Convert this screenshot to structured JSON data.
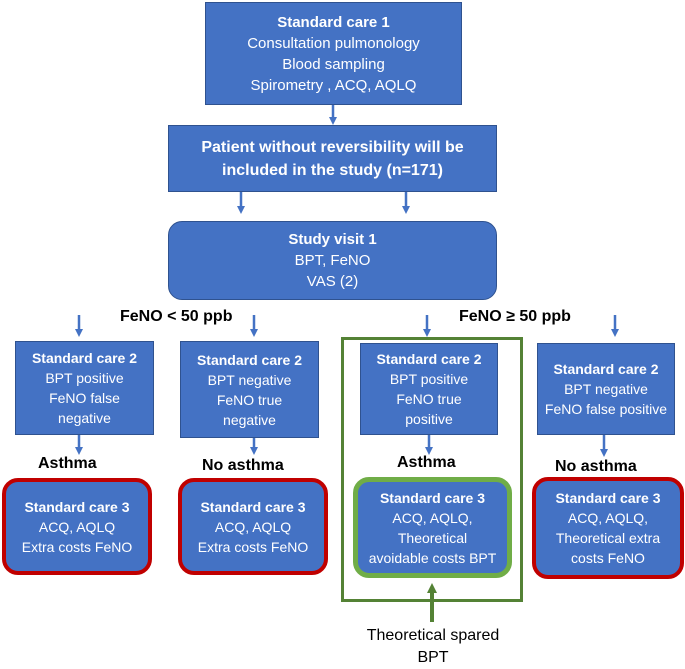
{
  "top_box": {
    "title": "Standard care 1",
    "lines": [
      "Consultation pulmonology",
      "Blood sampling",
      "Spirometry , ACQ, AQLQ"
    ]
  },
  "inclusion_box": {
    "lines": [
      "Patient without reversibility will be",
      "included in the study (n=171)"
    ]
  },
  "study_visit_box": {
    "title": "Study visit 1",
    "lines": [
      "BPT, FeNO",
      "VAS (2)"
    ]
  },
  "branch_labels": {
    "low": "FeNO < 50 ppb",
    "high": "FeNO ≥ 50 ppb"
  },
  "sc2": [
    {
      "title": "Standard care 2",
      "lines": [
        "BPT positive",
        "FeNO false",
        "negative"
      ]
    },
    {
      "title": "Standard care 2",
      "lines": [
        "BPT negative",
        "FeNO true",
        "negative"
      ]
    },
    {
      "title": "Standard care 2",
      "lines": [
        "BPT positive",
        "FeNO true",
        "positive"
      ]
    },
    {
      "title": "Standard care 2",
      "lines": [
        "BPT negative",
        "FeNO false positive"
      ]
    }
  ],
  "outcomes": [
    "Asthma",
    "No asthma",
    "Asthma",
    "No asthma"
  ],
  "sc3": [
    {
      "title": "Standard care 3",
      "lines": [
        "ACQ, AQLQ",
        "Extra costs FeNO"
      ]
    },
    {
      "title": "Standard care 3",
      "lines": [
        "ACQ, AQLQ",
        "Extra costs FeNO"
      ]
    },
    {
      "title": "Standard care 3",
      "lines": [
        "ACQ, AQLQ,",
        "Theoretical",
        "avoidable costs BPT"
      ]
    },
    {
      "title": "Standard care 3",
      "lines": [
        "ACQ, AQLQ,",
        "Theoretical extra",
        "costs FeNO"
      ]
    }
  ],
  "bottom_note": {
    "lines": [
      "Theoretical spared",
      "BPT"
    ]
  },
  "colors": {
    "box_fill": "#4472c4",
    "arrow": "#4472c4",
    "red_border": "#c00000",
    "green_border": "#70ad47",
    "frame": "#548235"
  }
}
